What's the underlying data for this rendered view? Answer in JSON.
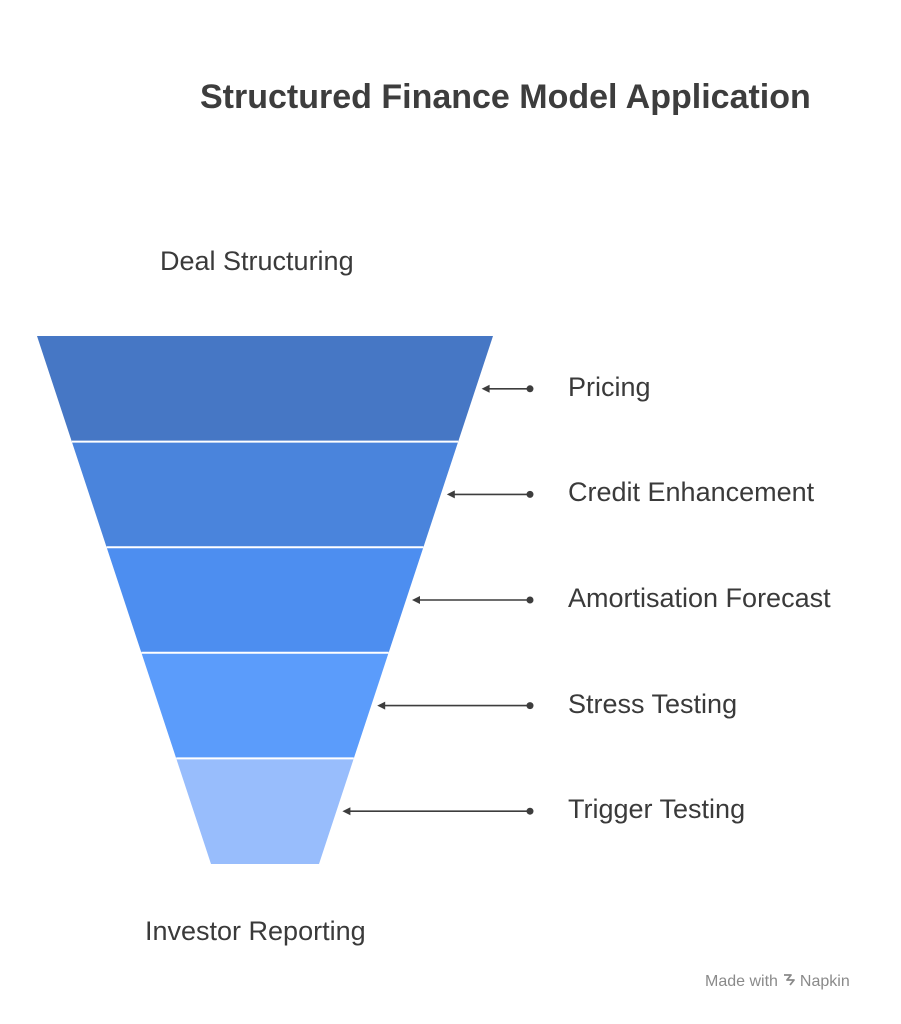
{
  "title": "Structured Finance Model Application",
  "funnel": {
    "top_label": "Deal Structuring",
    "bottom_label": "Investor Reporting",
    "stages": [
      {
        "label": "Pricing",
        "color": "#4677c5"
      },
      {
        "label": "Credit Enhancement",
        "color": "#4a84dc"
      },
      {
        "label": "Amortisation Forecast",
        "color": "#4d8ef0"
      },
      {
        "label": "Stress Testing",
        "color": "#5b9cfb"
      },
      {
        "label": "Trigger Testing",
        "color": "#98bdfc"
      }
    ]
  },
  "footer": {
    "made_with": "Made with",
    "brand": "Napkin",
    "icon": "napkin-logo-icon"
  }
}
